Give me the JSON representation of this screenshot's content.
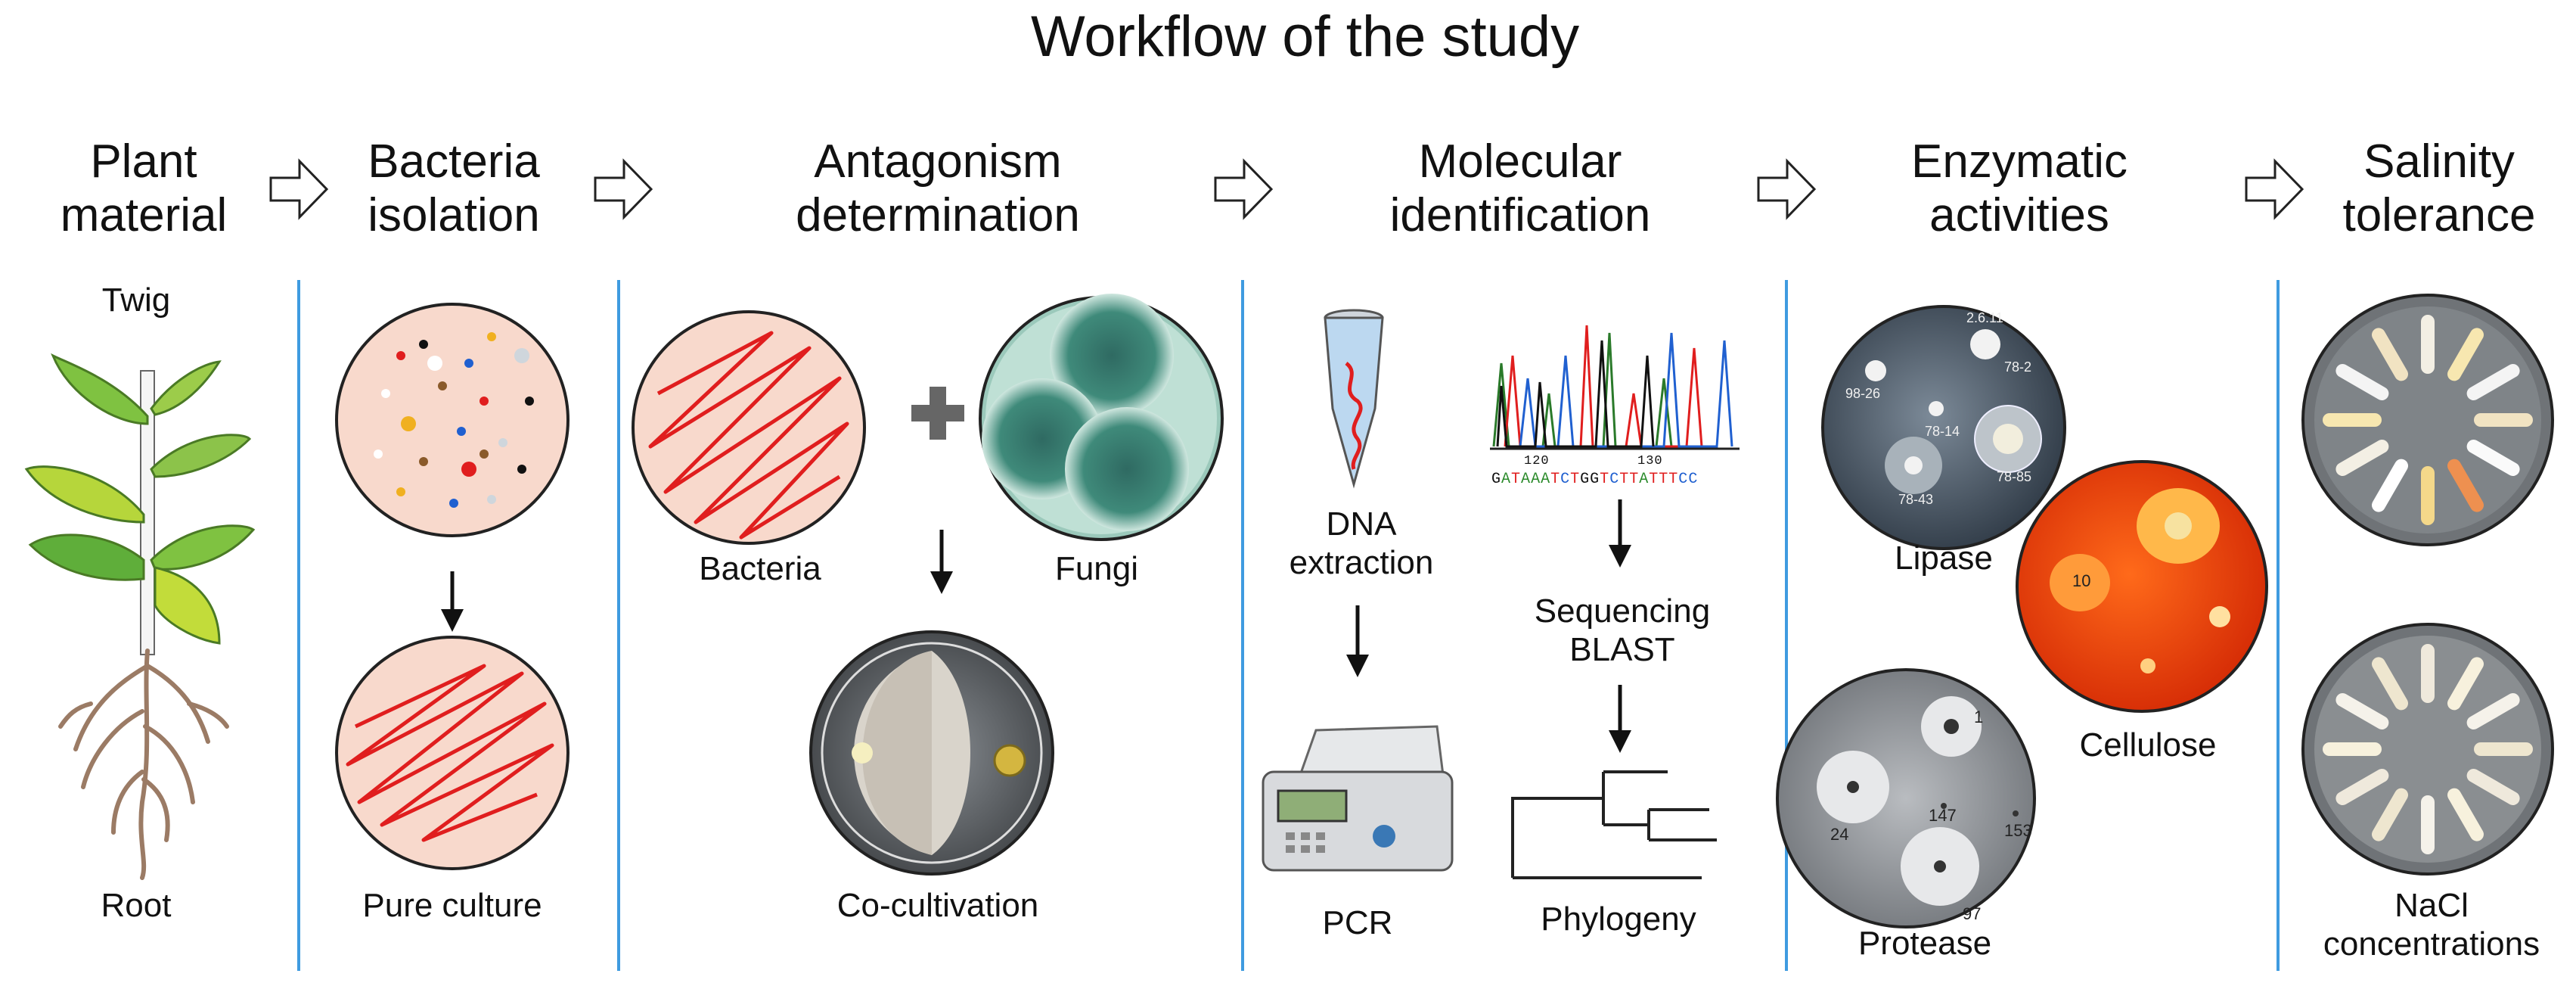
{
  "title": "Workflow of the study",
  "steps": [
    {
      "line1": "Plant",
      "line2": "material"
    },
    {
      "line1": "Bacteria",
      "line2": "isolation"
    },
    {
      "line1": "Antagonism",
      "line2": "determination"
    },
    {
      "line1": "Molecular",
      "line2": "identification"
    },
    {
      "line1": "Enzymatic",
      "line2": "activities"
    },
    {
      "line1": "Salinity",
      "line2": "tolerance"
    }
  ],
  "plant": {
    "top_label": "Twig",
    "bottom_label": "Root"
  },
  "isolation": {
    "bottom_label": "Pure culture"
  },
  "antagonism": {
    "bacteria_label": "Bacteria",
    "fungi_label": "Fungi",
    "bottom_label": "Co-cultivation"
  },
  "molecular": {
    "dna_line1": "DNA",
    "dna_line2": "extraction",
    "pcr_label": "PCR",
    "seq_line1": "Sequencing",
    "seq_line2": "BLAST",
    "phylogeny_label": "Phylogeny",
    "chromatogram_tick_1": "120",
    "chromatogram_tick_2": "130",
    "sequence": "GATAAATCTGGTCTTATTTCC"
  },
  "enzymatic": {
    "lipase_label": "Lipase",
    "cellulose_label": "Cellulose",
    "protease_label": "Protease",
    "lipase_marks": [
      "2.6.11",
      "78-2",
      "98-26",
      "78-14",
      "78-85",
      "78-43"
    ],
    "cellulose_marks": [
      "10"
    ],
    "protease_marks": [
      "1",
      "147",
      "153",
      "24",
      "97"
    ]
  },
  "salinity": {
    "line1": "NaCl",
    "line2": "concentrations"
  },
  "colors": {
    "divider": "#3f9be0",
    "streak": "#e01e1e",
    "dish_fill": "#f8d9cc",
    "leaf": "#7fc241",
    "root": "#9b7b65"
  },
  "icons": [
    "hollow-arrow-right-icon",
    "arrow-down-icon",
    "plus-icon",
    "microtube-icon",
    "thermocycler-icon"
  ]
}
